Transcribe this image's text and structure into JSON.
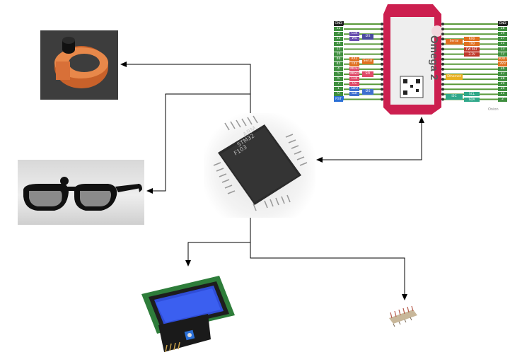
{
  "chip": {
    "marking_line1": "ARM",
    "marking_line2": "STM32",
    "marking_line3": "F103"
  },
  "omega": {
    "brand": "Omega 2",
    "left_pins": [
      "GND",
      "12",
      "3",
      "13",
      "14",
      "15",
      "16",
      "46",
      "45",
      "4",
      "5",
      "6",
      "7",
      "1",
      "0",
      "RST"
    ],
    "right_pins": [
      "GND",
      "18",
      "19",
      "17",
      "11",
      "13",
      "12",
      "VOUT",
      "3V3",
      "26",
      "27",
      "28",
      "29",
      "20",
      "21",
      "2"
    ],
    "left_tags": [
      "CLK",
      "WS",
      "RX1",
      "TX1",
      "MOSI",
      "MISO",
      "CLK",
      "CS",
      "SDO",
      "SDI"
    ],
    "left_groups": [
      "I2S",
      "Serial",
      "SPI",
      "I2S"
    ],
    "right_tags": [
      "RX0",
      "TX0",
      "FW RST",
      "3.3V",
      "SCL",
      "SDA"
    ],
    "right_groups": [
      "Serial",
      "Ethernet",
      "I2C"
    ],
    "fine_text": "Onion"
  },
  "colors": {
    "arrow": "#000000",
    "omega_board": "#cc1f4f",
    "ring": "#d9763c",
    "lcd_screen": "#2f4dd8"
  }
}
